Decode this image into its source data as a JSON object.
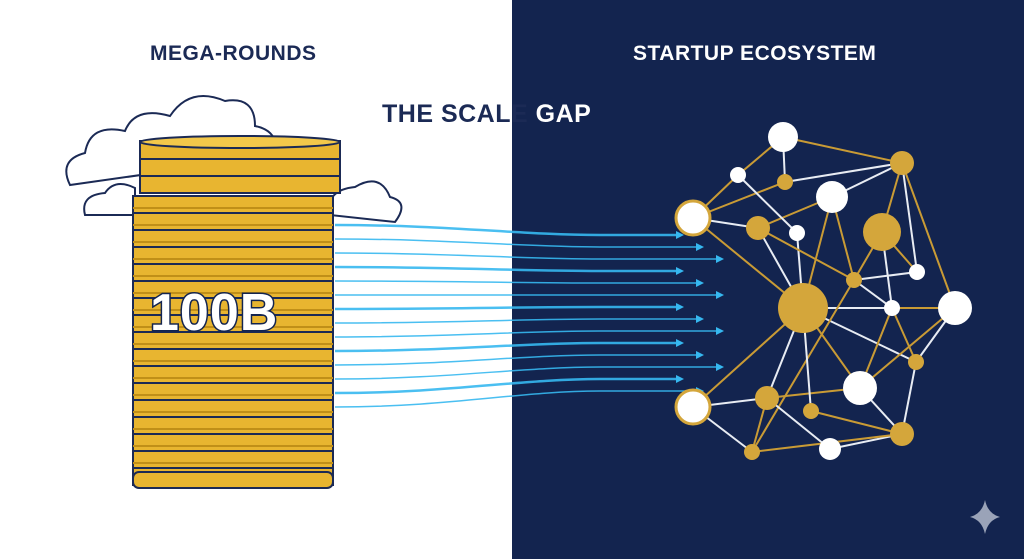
{
  "left_heading": "MEGA-ROUNDS",
  "right_heading": "STARTUP ECOSYSTEM",
  "center_title_left": "THE SCALE ",
  "center_title_right": "GAP",
  "coin_stack_amount": "100B",
  "colors": {
    "navy": "#13244f",
    "gold": "#e8b530",
    "node_gold": "#d4a63b",
    "flow": "#36b8f0"
  }
}
